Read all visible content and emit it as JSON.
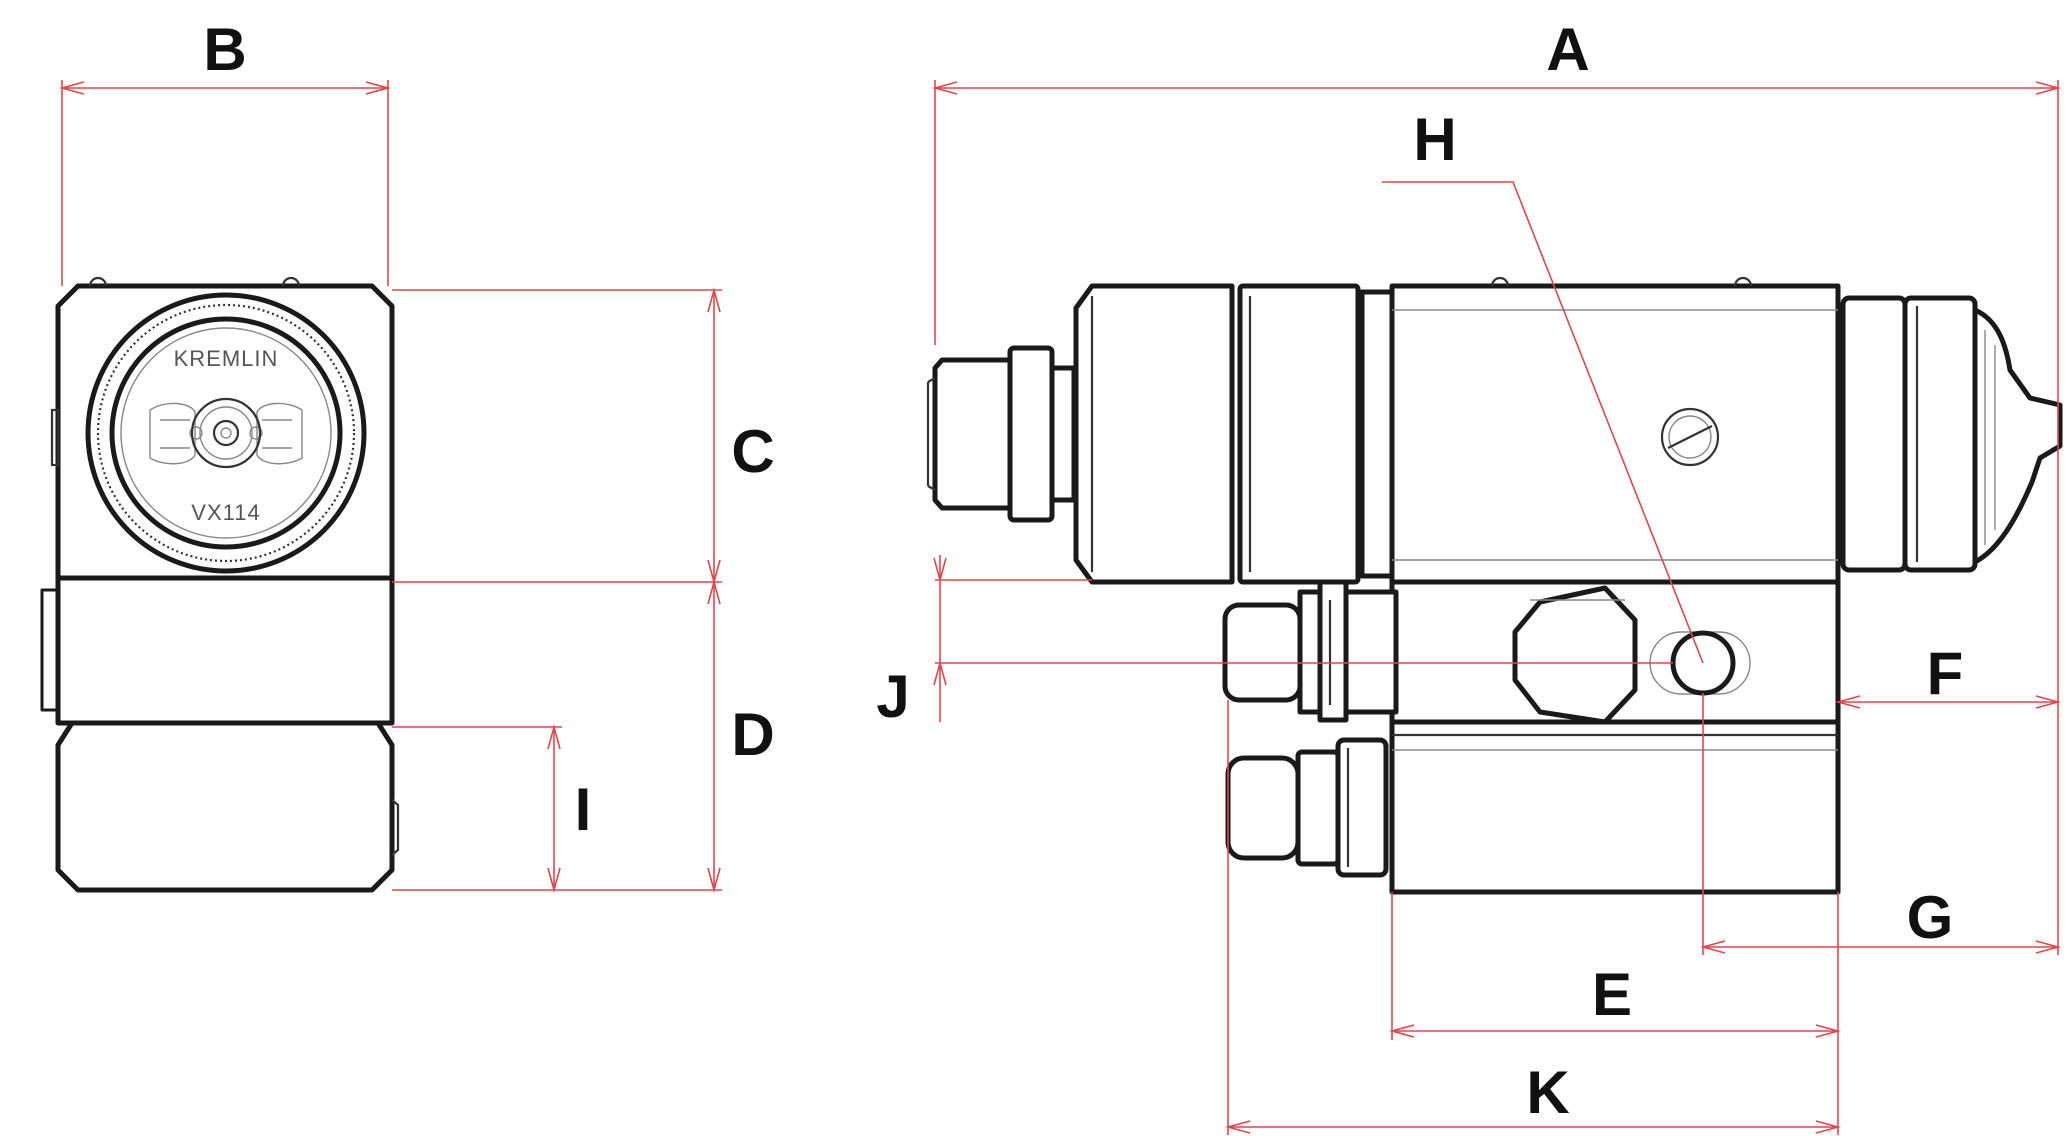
{
  "drawing": {
    "brand_mark": "KREMLIN",
    "model_mark": "VX114",
    "accent_color": "#e0474c",
    "outline_color": "#1a1a1a"
  },
  "dimension_labels": {
    "A": "A",
    "B": "B",
    "C": "C",
    "D": "D",
    "E": "E",
    "F": "F",
    "G": "G",
    "H": "H",
    "I": "I",
    "J": "J",
    "K": "K"
  }
}
